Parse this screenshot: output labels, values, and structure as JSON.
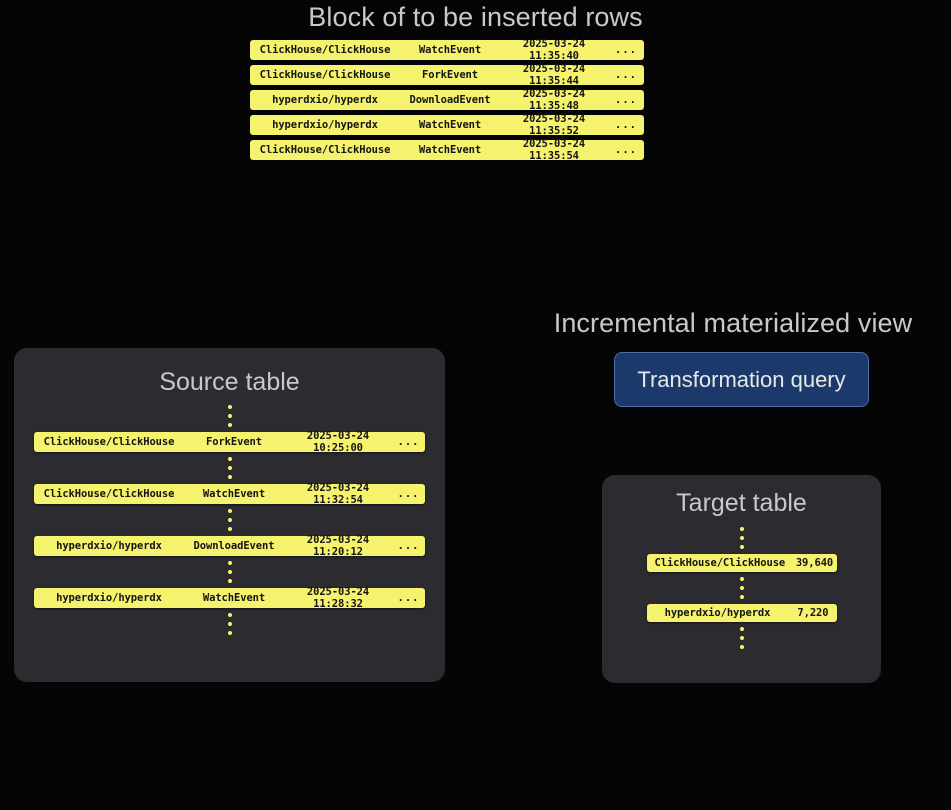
{
  "block": {
    "title": "Block of to be inserted rows",
    "rows": [
      {
        "repo": "ClickHouse/ClickHouse",
        "event": "WatchEvent",
        "time": "2025-03-24 11:35:40",
        "ellipsis": "..."
      },
      {
        "repo": "ClickHouse/ClickHouse",
        "event": "ForkEvent",
        "time": "2025-03-24 11:35:44",
        "ellipsis": "..."
      },
      {
        "repo": "hyperdxio/hyperdx",
        "event": "DownloadEvent",
        "time": "2025-03-24 11:35:48",
        "ellipsis": "..."
      },
      {
        "repo": "hyperdxio/hyperdx",
        "event": "WatchEvent",
        "time": "2025-03-24 11:35:52",
        "ellipsis": "..."
      },
      {
        "repo": "ClickHouse/ClickHouse",
        "event": "WatchEvent",
        "time": "2025-03-24 11:35:54",
        "ellipsis": "..."
      }
    ]
  },
  "source_table": {
    "title": "Source table",
    "rows": [
      {
        "repo": "ClickHouse/ClickHouse",
        "event": "ForkEvent",
        "time": "2025-03-24 10:25:00",
        "ellipsis": "..."
      },
      {
        "repo": "ClickHouse/ClickHouse",
        "event": "WatchEvent",
        "time": "2025-03-24 11:32:54",
        "ellipsis": "..."
      },
      {
        "repo": "hyperdxio/hyperdx",
        "event": "DownloadEvent",
        "time": "2025-03-24 11:20:12",
        "ellipsis": "..."
      },
      {
        "repo": "hyperdxio/hyperdx",
        "event": "WatchEvent",
        "time": "2025-03-24 11:28:32",
        "ellipsis": "..."
      }
    ]
  },
  "materialized_view": {
    "title": "Incremental materialized view",
    "query_label": "Transformation query"
  },
  "target_table": {
    "title": "Target table",
    "rows": [
      {
        "repo": "ClickHouse/ClickHouse",
        "count": "39,640"
      },
      {
        "repo": "hyperdxio/hyperdx",
        "count": "7,220"
      }
    ]
  },
  "colors": {
    "background": "#050505",
    "panel": "#2b2b30",
    "row_yellow": "#f5f36e",
    "query_blue": "#1b3a6b",
    "query_border": "#4a6ea5",
    "heading_text": "#c9c9c9"
  }
}
